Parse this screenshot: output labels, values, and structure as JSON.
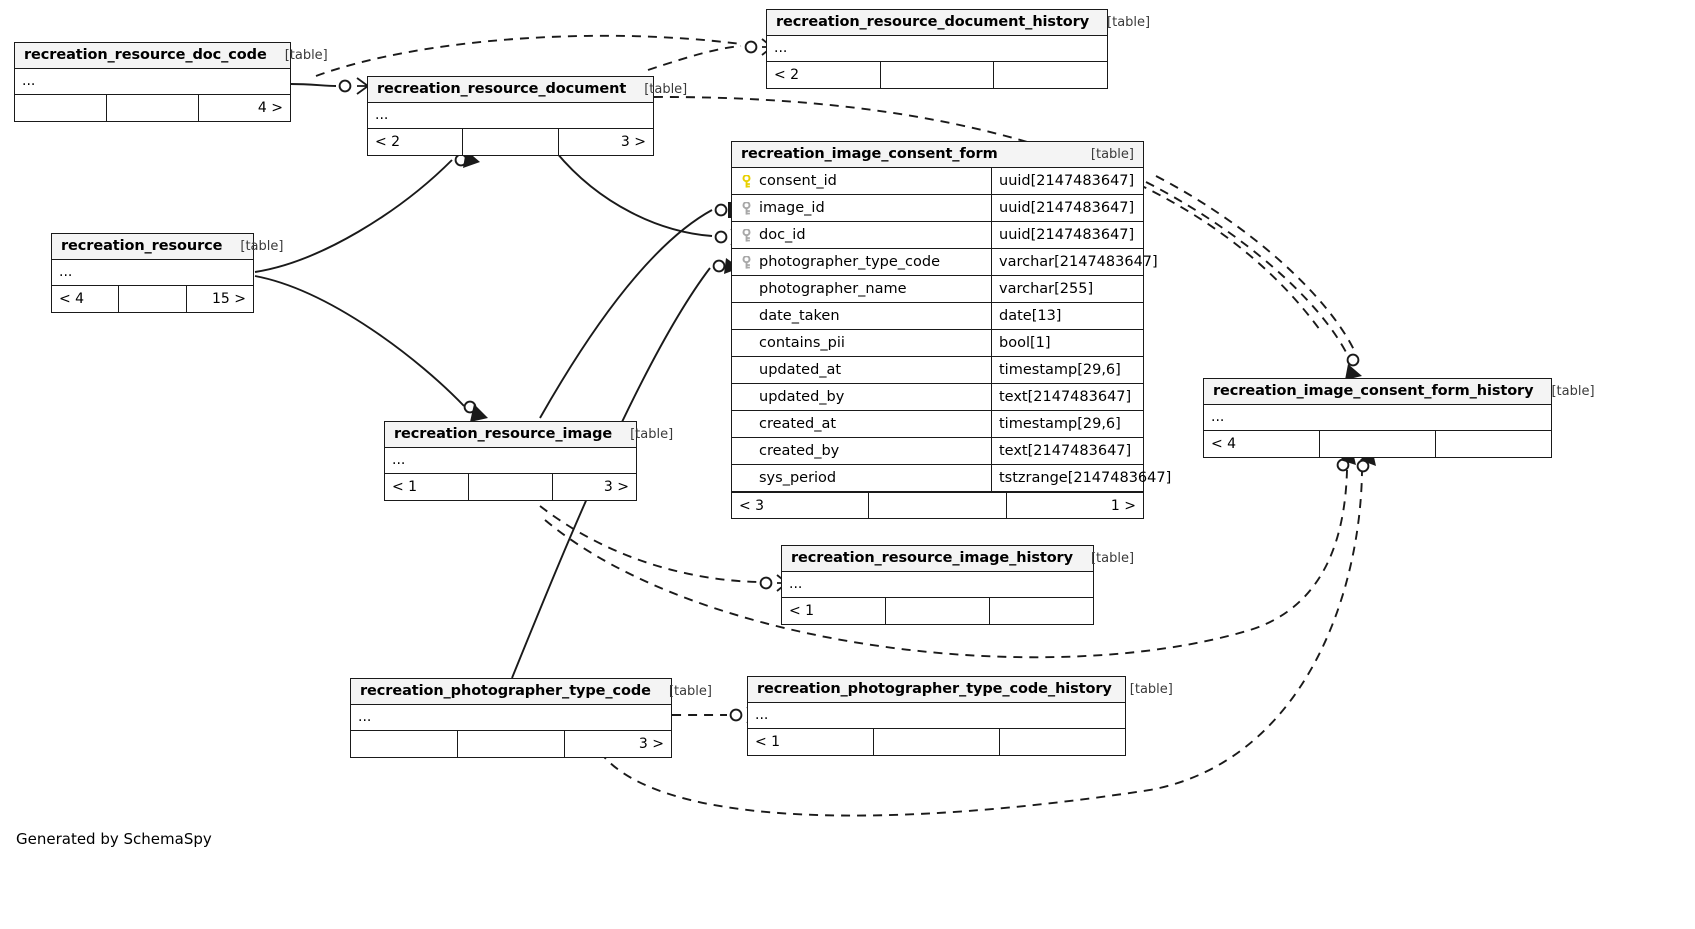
{
  "diagram": {
    "generator_credit": "Generated by SchemaSpy",
    "table_tag": "[table]",
    "ellipsis": "...",
    "colors": {
      "header_fill": "#f4f4f4",
      "stroke": "#1a1a1a",
      "pk_key": "#e8d000",
      "fk_key": "#a8a8a8"
    }
  },
  "tables": {
    "recreation_resource_doc_code": {
      "name": "recreation_resource_doc_code",
      "tag": "[table]",
      "ellipsis": "...",
      "footer": {
        "left": "",
        "middle": "",
        "right": "4 >"
      }
    },
    "recreation_resource_document": {
      "name": "recreation_resource_document",
      "tag": "[table]",
      "ellipsis": "...",
      "footer": {
        "left": "< 2",
        "middle": "",
        "right": "3 >"
      }
    },
    "recreation_resource_document_history": {
      "name": "recreation_resource_document_history",
      "tag": "[table]",
      "ellipsis": "...",
      "footer": {
        "left": "< 2",
        "middle": "",
        "right": ""
      }
    },
    "recreation_resource": {
      "name": "recreation_resource",
      "tag": "[table]",
      "ellipsis": "...",
      "footer": {
        "left": "< 4",
        "middle": "",
        "right": "15 >"
      }
    },
    "recreation_resource_image": {
      "name": "recreation_resource_image",
      "tag": "[table]",
      "ellipsis": "...",
      "footer": {
        "left": "< 1",
        "middle": "",
        "right": "3 >"
      }
    },
    "recreation_resource_image_history": {
      "name": "recreation_resource_image_history",
      "tag": "[table]",
      "ellipsis": "...",
      "footer": {
        "left": "< 1",
        "middle": "",
        "right": ""
      }
    },
    "recreation_image_consent_form": {
      "name": "recreation_image_consent_form",
      "tag": "[table]",
      "footer": {
        "left": "< 3",
        "middle": "",
        "right": "1 >"
      },
      "columns": [
        {
          "key": "pk",
          "name": "consent_id",
          "type": "uuid[2147483647]"
        },
        {
          "key": "fk",
          "name": "image_id",
          "type": "uuid[2147483647]"
        },
        {
          "key": "fk",
          "name": "doc_id",
          "type": "uuid[2147483647]"
        },
        {
          "key": "fk",
          "name": "photographer_type_code",
          "type": "varchar[2147483647]"
        },
        {
          "key": "none",
          "name": "photographer_name",
          "type": "varchar[255]"
        },
        {
          "key": "none",
          "name": "date_taken",
          "type": "date[13]"
        },
        {
          "key": "none",
          "name": "contains_pii",
          "type": "bool[1]"
        },
        {
          "key": "none",
          "name": "updated_at",
          "type": "timestamp[29,6]"
        },
        {
          "key": "none",
          "name": "updated_by",
          "type": "text[2147483647]"
        },
        {
          "key": "none",
          "name": "created_at",
          "type": "timestamp[29,6]"
        },
        {
          "key": "none",
          "name": "created_by",
          "type": "text[2147483647]"
        },
        {
          "key": "none",
          "name": "sys_period",
          "type": "tstzrange[2147483647]"
        }
      ]
    },
    "recreation_image_consent_form_history": {
      "name": "recreation_image_consent_form_history",
      "tag": "[table]",
      "ellipsis": "...",
      "footer": {
        "left": "< 4",
        "middle": "",
        "right": ""
      }
    },
    "recreation_photographer_type_code": {
      "name": "recreation_photographer_type_code",
      "tag": "[table]",
      "ellipsis": "...",
      "footer": {
        "left": "",
        "middle": "",
        "right": "3 >"
      }
    },
    "recreation_photographer_type_code_history": {
      "name": "recreation_photographer_type_code_history",
      "tag": "[table]",
      "ellipsis": "...",
      "footer": {
        "left": "< 1",
        "middle": "",
        "right": ""
      }
    }
  }
}
